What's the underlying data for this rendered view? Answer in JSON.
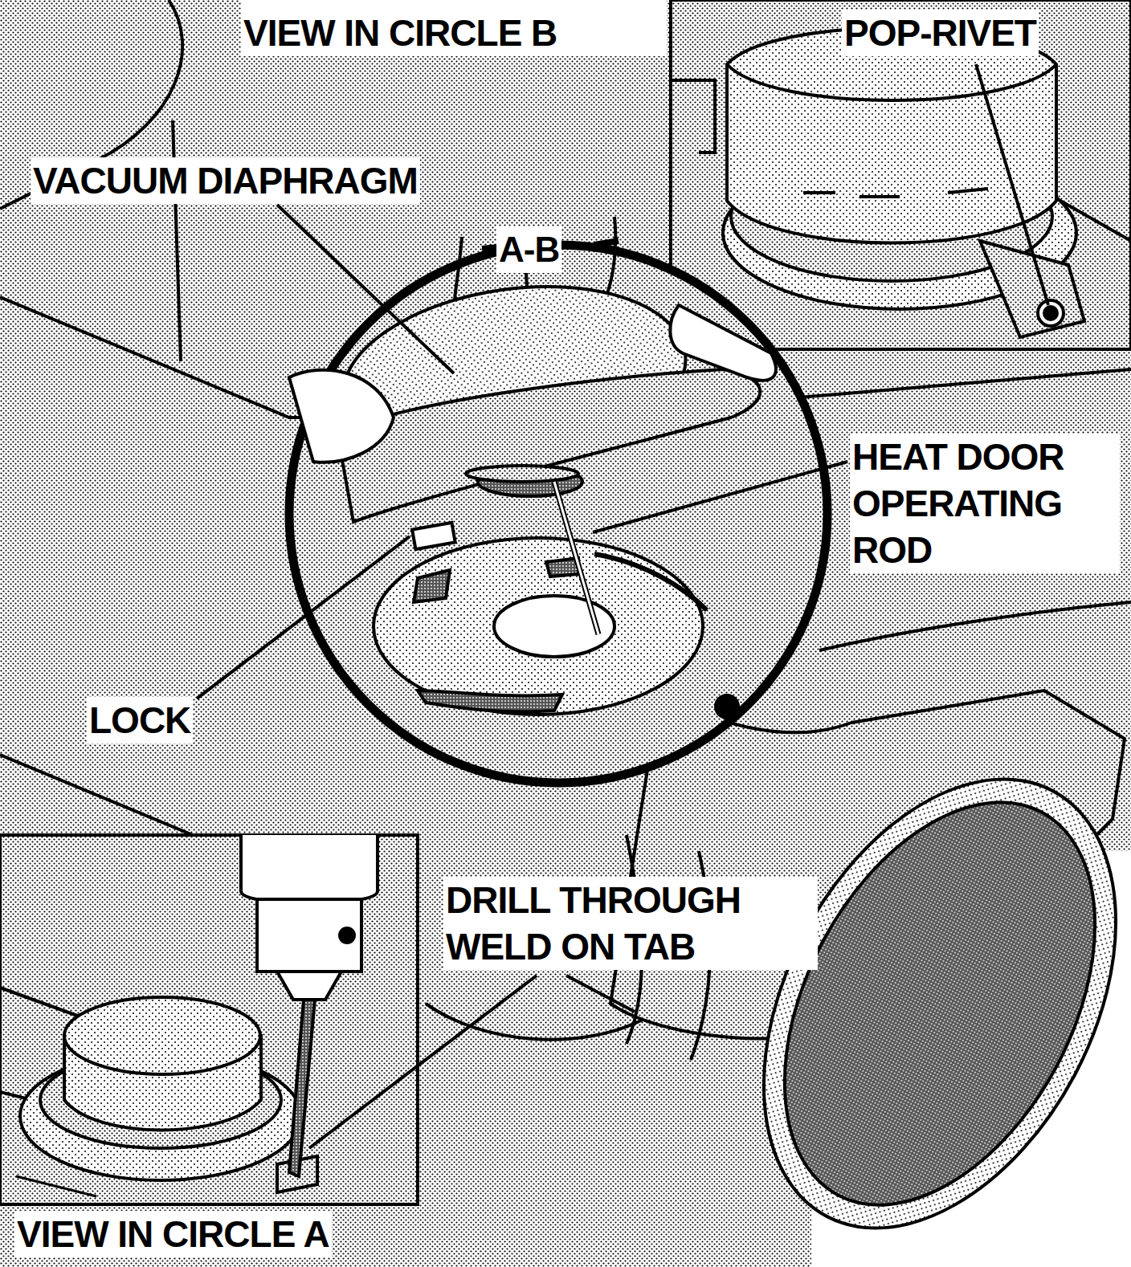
{
  "diagram": {
    "labels": [
      "VIEW IN CIRCLE B",
      "POP-RIVET",
      "VACUUM DIAPHRAGM",
      "A-B",
      "HEAT DOOR OPERATING ROD",
      "LOCK",
      "DRILL THROUGH WELD ON TAB",
      "VIEW IN CIRCLE A"
    ]
  }
}
